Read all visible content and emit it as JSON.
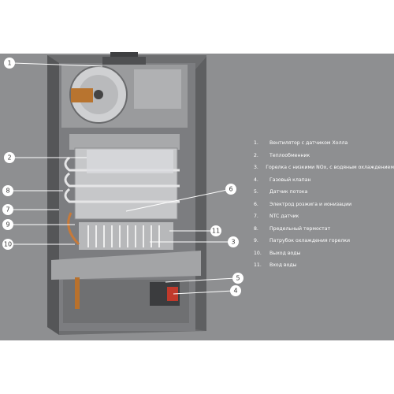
{
  "callouts": [
    {
      "num": "1"
    },
    {
      "num": "2"
    },
    {
      "num": "3"
    },
    {
      "num": "4"
    },
    {
      "num": "5"
    },
    {
      "num": "6"
    },
    {
      "num": "7"
    },
    {
      "num": "8"
    },
    {
      "num": "9"
    },
    {
      "num": "10"
    },
    {
      "num": "11"
    }
  ],
  "legend": [
    {
      "num": "1.",
      "text": "Вентилятор с датчиком Холла"
    },
    {
      "num": "2.",
      "text": "Теплообменник"
    },
    {
      "num": "3.",
      "text": "Горелка с низкими NOx, с водяным охлаждением"
    },
    {
      "num": "4.",
      "text": "Газовый клапан"
    },
    {
      "num": "5.",
      "text": "Датчик потока"
    },
    {
      "num": "6.",
      "text": "Электрод розжига и ионизации"
    },
    {
      "num": "7.",
      "text": "NTC датчик"
    },
    {
      "num": "8.",
      "text": "Предельный термостат"
    },
    {
      "num": "9.",
      "text": "Патрубок охлаждения горелки"
    },
    {
      "num": "10.",
      "text": "Выход воды"
    },
    {
      "num": "11.",
      "text": "Вход воды"
    }
  ],
  "colors": {
    "background": "#8e8f91",
    "callout_fill": "#ffffff",
    "leader_line": "#ffffff",
    "legend_text": "#ffffff"
  }
}
